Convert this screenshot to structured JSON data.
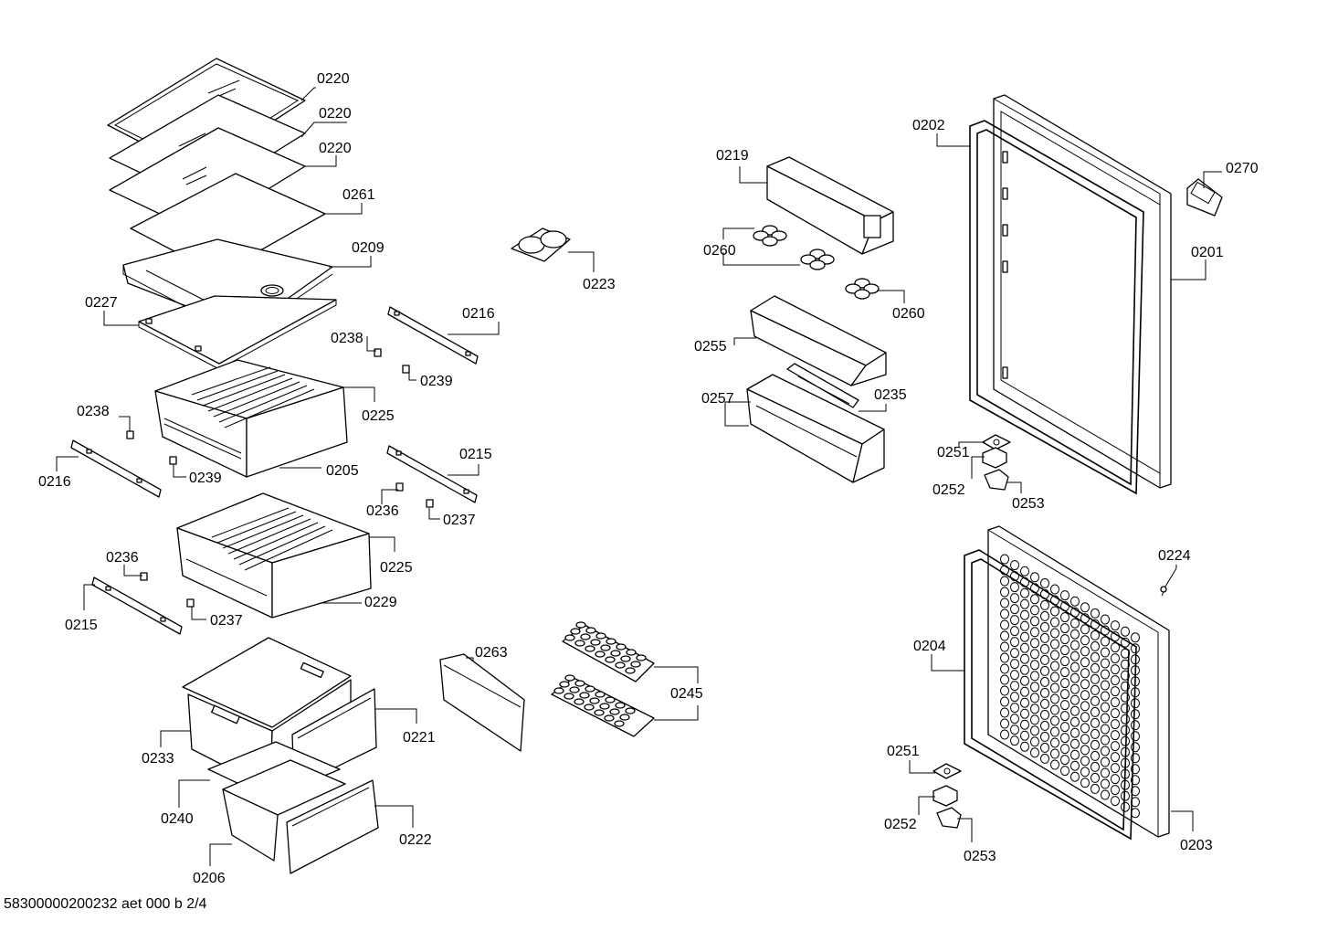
{
  "footer": {
    "document_code": "58300000200232 aet 000 b 2/4"
  },
  "callouts": {
    "c0220a": "0220",
    "c0220b": "0220",
    "c0220c": "0220",
    "c0261": "0261",
    "c0209": "0209",
    "c0227": "0227",
    "c0216a": "0216",
    "c0238a": "0238",
    "c0239a": "0239",
    "c0225a": "0225",
    "c0238b": "0238",
    "c0216b": "0216",
    "c0239b": "0239",
    "c0205": "0205",
    "c0215a": "0215",
    "c0236a": "0236",
    "c0237a": "0237",
    "c0225b": "0225",
    "c0236b": "0236",
    "c0229": "0229",
    "c0215b": "0215",
    "c0237b": "0237",
    "c0263": "0263",
    "c0245": "0245",
    "c0233": "0233",
    "c0221": "0221",
    "c0240": "0240",
    "c0222": "0222",
    "c0206": "0206",
    "c0223": "0223",
    "c0219": "0219",
    "c0260a": "0260",
    "c0260b": "0260",
    "c0255": "0255",
    "c0257": "0257",
    "c0235": "0235",
    "c0202": "0202",
    "c0270": "0270",
    "c0201": "0201",
    "c0251a": "0251",
    "c0252a": "0252",
    "c0253a": "0253",
    "c0224": "0224",
    "c0204": "0204",
    "c0251b": "0251",
    "c0252b": "0252",
    "c0253b": "0253",
    "c0203": "0203"
  }
}
